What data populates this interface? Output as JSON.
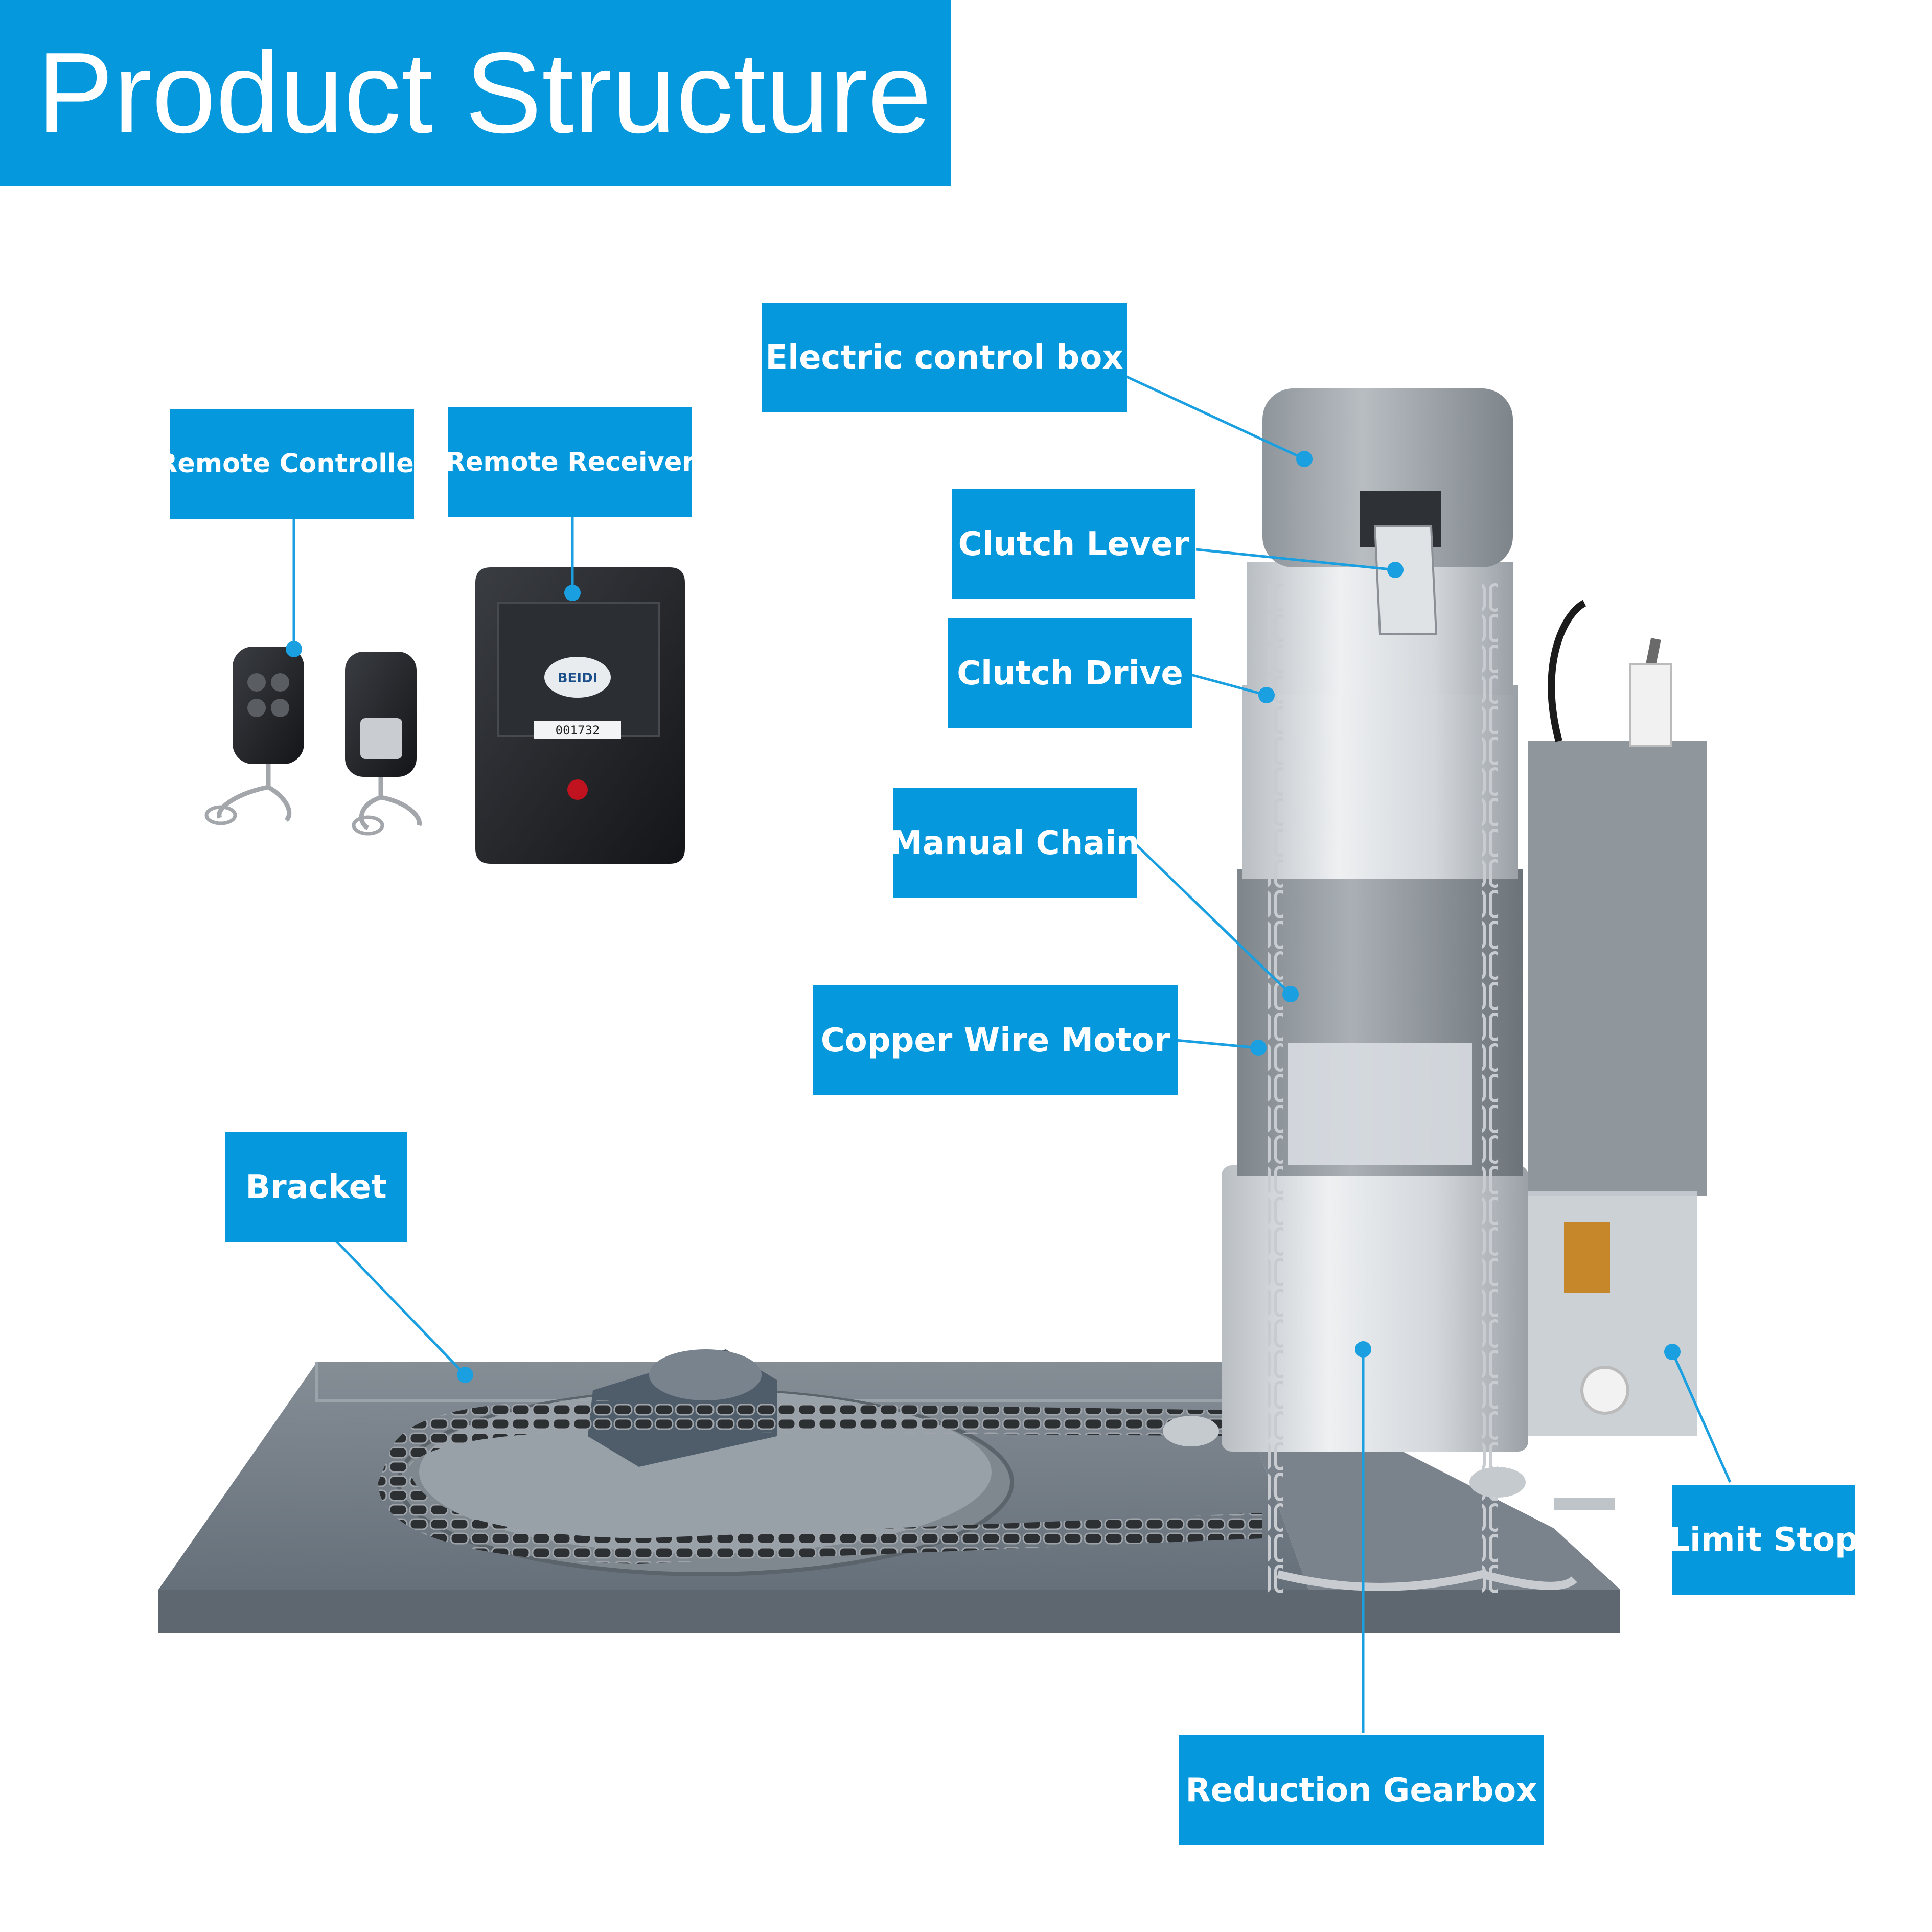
{
  "title": "Product Structure",
  "colors": {
    "accent": "#0598dd",
    "leader": "#1a9fe0",
    "metal_light": "#d4d8dc",
    "metal_mid": "#a8aeb4",
    "motor_gray": "#8c9298",
    "plate": "#6f7880",
    "remote_black": "#1d1f22"
  },
  "labels": {
    "electric_control_box": "Electric control box",
    "remote_controller": "Remote Controller",
    "remote_receiver": "Remote Receiver",
    "clutch_lever": "Clutch Lever",
    "clutch_drive": "Clutch Drive",
    "manual_chain": "Manual Chain",
    "copper_wire_motor": "Copper Wire Motor",
    "bracket": "Bracket",
    "limit_stop": "Limit Stop",
    "reduction_gearbox": "Reduction Gearbox"
  },
  "product": {
    "receiver_brand": "BEIDI",
    "receiver_serial": "001732"
  }
}
